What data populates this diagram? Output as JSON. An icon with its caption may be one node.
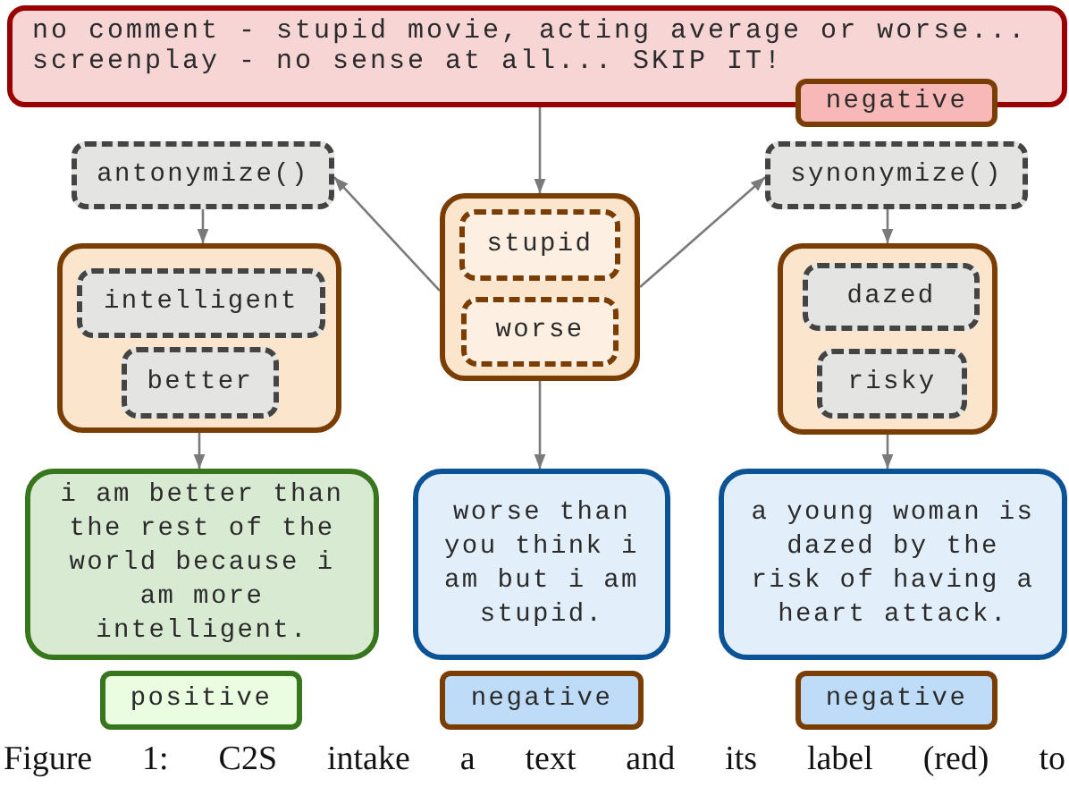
{
  "diagram": {
    "caption": "Figure 1: C2S intake a text and its label (red) to",
    "nodes": [
      {
        "text": [
          "no comment - stupid movie, acting average or worse... screenplay - no sense at all... SKIP IT!"
        ]
      },
      {
        "text": [
          "negative"
        ]
      },
      {
        "text": [
          "antonymize()"
        ]
      },
      {
        "text": [
          "synonymize()"
        ]
      },
      {
        "text": [],
        "shape": "box"
      },
      {
        "text": [
          "stupid"
        ],
        "in": 4
      },
      {
        "text": [
          "worse"
        ],
        "in": 4
      },
      {
        "text": [],
        "shape": "box"
      },
      {
        "text": [
          "intelligent"
        ],
        "in": 7
      },
      {
        "text": [
          "better"
        ],
        "in": 7
      },
      {
        "text": [],
        "shape": "box"
      },
      {
        "text": [
          "dazed"
        ],
        "in": 10
      },
      {
        "text": [
          "risky"
        ],
        "in": 10
      },
      {
        "text": [
          "i am better than the rest of the world because i am more intelligent."
        ]
      },
      {
        "text": [
          "worse than you think i am but i am stupid."
        ]
      },
      {
        "text": [
          "a young woman is dazed by the risk of having a heart attack."
        ]
      },
      {
        "text": [
          "positive"
        ]
      },
      {
        "text": [
          "negative"
        ]
      },
      {
        "text": [
          "negative"
        ]
      }
    ],
    "edges": [
      {
        "from": 0,
        "to": 4,
        "arrow": "to"
      },
      {
        "from": 4,
        "to": 2,
        "arrow": "to"
      },
      {
        "from": 4,
        "to": 3,
        "arrow": "to"
      },
      {
        "from": 2,
        "to": 7,
        "arrow": "to"
      },
      {
        "from": 3,
        "to": 10,
        "arrow": "to"
      },
      {
        "from": 7,
        "to": 13,
        "arrow": "to"
      },
      {
        "from": 4,
        "to": 14,
        "arrow": "to"
      },
      {
        "from": 10,
        "to": 15,
        "arrow": "to"
      }
    ]
  }
}
